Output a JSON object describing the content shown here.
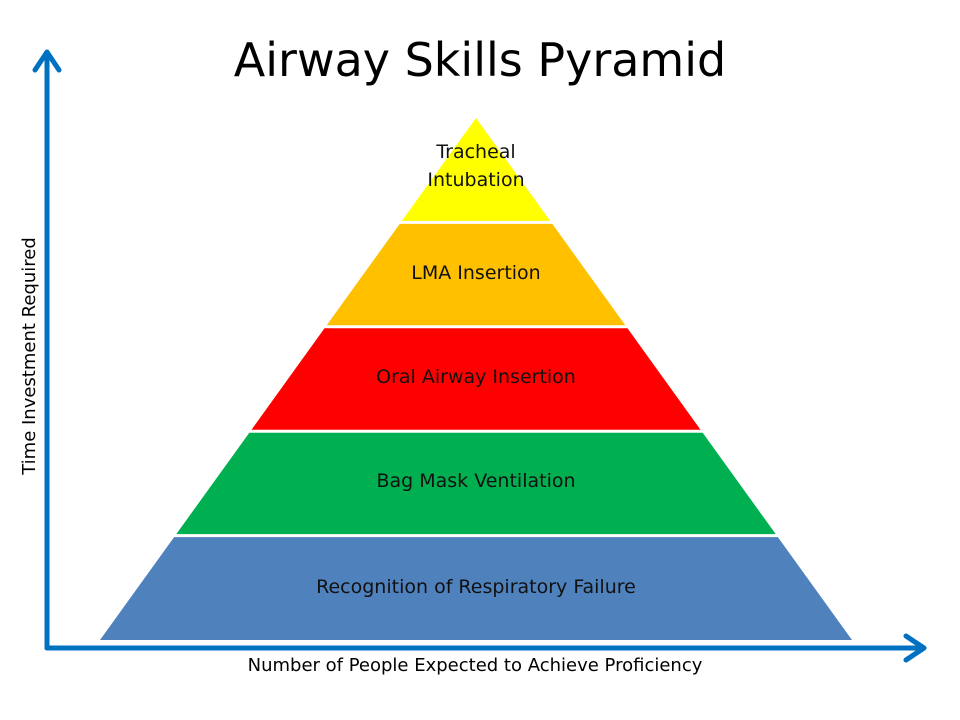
{
  "title": "Airway Skills Pyramid",
  "axes": {
    "x_label": "Number of People Expected to Achieve Proficiency",
    "y_label": "Time Investment Required",
    "color": "#0070C0"
  },
  "pyramid": {
    "tiers": [
      {
        "label": "Tracheal Intubation",
        "label_lines": [
          "Tracheal",
          "Intubation"
        ],
        "color": "#FFFF00"
      },
      {
        "label": "LMA Insertion",
        "label_lines": [
          "LMA Insertion"
        ],
        "color": "#FFC000"
      },
      {
        "label": "Oral Airway Insertion",
        "label_lines": [
          "Oral Airway Insertion"
        ],
        "color": "#FF0000"
      },
      {
        "label": "Bag Mask Ventilation",
        "label_lines": [
          "Bag Mask Ventilation"
        ],
        "color": "#00B050"
      },
      {
        "label": "Recognition of Respiratory Failure",
        "label_lines": [
          "Recognition of Respiratory Failure"
        ],
        "color": "#4F81BD"
      }
    ]
  }
}
